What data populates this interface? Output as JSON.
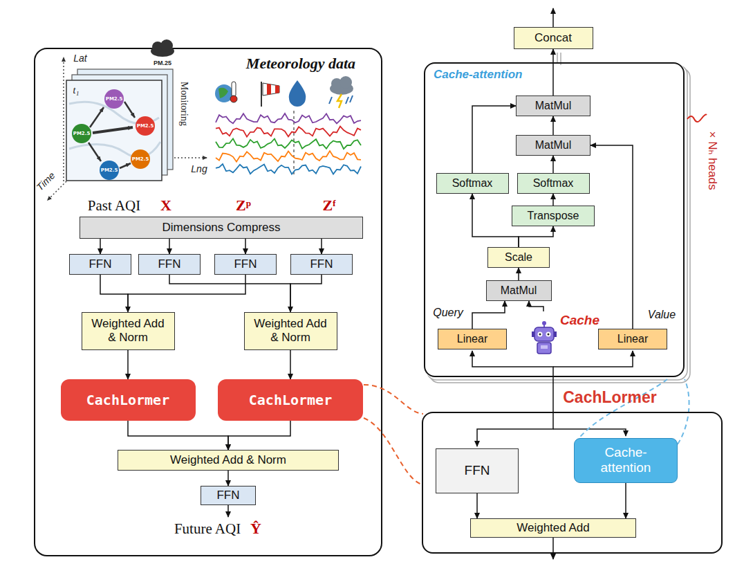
{
  "diagram": {
    "nodes": [
      {
        "text": [
          "Dimensions Compress"
        ]
      },
      {
        "text": [
          "FFN"
        ]
      },
      {
        "text": [
          "FFN"
        ]
      },
      {
        "text": [
          "FFN"
        ]
      },
      {
        "text": [
          "FFN"
        ]
      },
      {
        "text": [
          "Weighted Add & Norm"
        ]
      },
      {
        "text": [
          "Weighted Add & Norm"
        ]
      },
      {
        "text": [
          "CachLormer"
        ]
      },
      {
        "text": [
          "CachLormer"
        ]
      },
      {
        "text": [
          "Weighted Add & Norm"
        ]
      },
      {
        "text": [
          "FFN"
        ]
      },
      {
        "text": [
          "Concat"
        ]
      },
      {
        "text": [
          "Cache-attention"
        ]
      },
      {
        "text": [
          "MatMul"
        ],
        "in": 12
      },
      {
        "text": [
          "MatMul"
        ],
        "in": 12
      },
      {
        "text": [
          "Softmax"
        ],
        "in": 12
      },
      {
        "text": [
          "Softmax"
        ],
        "in": 12
      },
      {
        "text": [
          "Transpose"
        ],
        "in": 12
      },
      {
        "text": [
          "Scale"
        ],
        "in": 12
      },
      {
        "text": [
          "MatMul"
        ],
        "in": 12
      },
      {
        "text": [
          "Linear"
        ],
        "in": 12
      },
      {
        "text": [
          "Cache"
        ],
        "in": 12
      },
      {
        "text": [
          "Linear"
        ],
        "in": 12
      },
      {
        "text": [
          "CachLormer"
        ]
      },
      {
        "text": [
          "FFN"
        ],
        "in": 23
      },
      {
        "text": [
          "Cache-attention"
        ],
        "in": 23
      },
      {
        "text": [
          "Weighted Add"
        ],
        "in": 23
      }
    ],
    "edges": [
      {
        "from": 0,
        "to": 1,
        "arrow": "to"
      },
      {
        "from": 0,
        "to": 2,
        "arrow": "to"
      },
      {
        "from": 0,
        "to": 3,
        "arrow": "to"
      },
      {
        "from": 0,
        "to": 4,
        "arrow": "to"
      },
      {
        "from": 1,
        "to": 5,
        "arrow": "to"
      },
      {
        "from": 3,
        "to": 5,
        "arrow": "to"
      },
      {
        "from": 2,
        "to": 6,
        "arrow": "to"
      },
      {
        "from": 4,
        "to": 6,
        "arrow": "to"
      },
      {
        "from": 5,
        "to": 7,
        "arrow": "to"
      },
      {
        "from": 6,
        "to": 8,
        "arrow": "to"
      },
      {
        "from": 7,
        "to": 9,
        "arrow": "to"
      },
      {
        "from": 8,
        "to": 9,
        "arrow": "to"
      },
      {
        "from": 9,
        "to": 10,
        "arrow": "to"
      },
      {
        "from": 20,
        "to": 19,
        "arrow": "to"
      },
      {
        "from": 21,
        "to": 19,
        "arrow": "to"
      },
      {
        "from": 19,
        "to": 18,
        "arrow": "to"
      },
      {
        "from": 18,
        "to": 15,
        "arrow": "to"
      },
      {
        "from": 18,
        "to": 17,
        "arrow": "to"
      },
      {
        "from": 17,
        "to": 16,
        "arrow": "to"
      },
      {
        "from": 16,
        "to": 14,
        "arrow": "to"
      },
      {
        "from": 22,
        "to": 14,
        "arrow": "to"
      },
      {
        "from": 14,
        "to": 13,
        "arrow": "to"
      },
      {
        "from": 15,
        "to": 13,
        "arrow": "to"
      },
      {
        "from": 13,
        "to": 11,
        "arrow": "to"
      },
      {
        "from": 24,
        "to": 26,
        "arrow": "to"
      },
      {
        "from": 25,
        "to": 26,
        "arrow": "to"
      }
    ],
    "labels": [
      "Meteorology data",
      "Lat",
      "Lng",
      "Time",
      "Monitoring",
      "t₁",
      "PM.25",
      "PM2.5",
      "PM2.5",
      "PM2.5",
      "PM2.5",
      "PM2.5",
      "Past AQI",
      "X",
      "Zᵖ",
      "Zᶠ",
      "Future AQI",
      "Ŷ",
      "Query",
      "Value",
      "× Nₕ heads"
    ]
  }
}
